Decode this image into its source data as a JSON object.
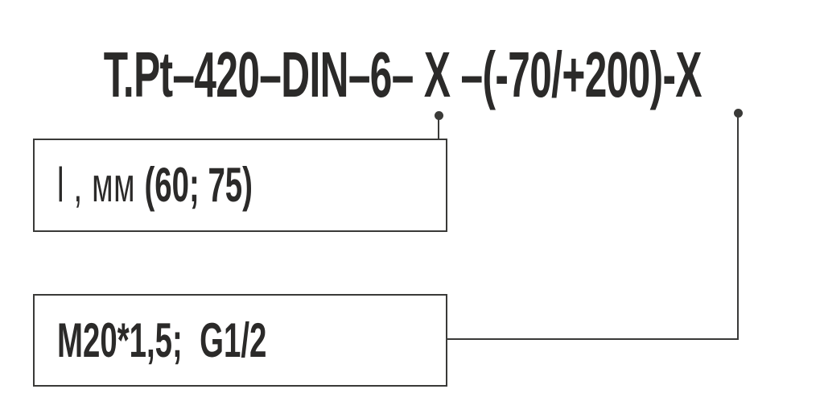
{
  "colors": {
    "ink": "#2b2a29",
    "line": "#3a3a38",
    "paper": "#ffffff"
  },
  "title": {
    "model_code": "T.Pt–420–DIN–6– X –(-70/+200)-X"
  },
  "callouts": [
    {
      "id": "immersion-length",
      "prefix": "l , мм ",
      "value": "(60; 75)"
    },
    {
      "id": "process-connection-thread",
      "label": "M20*1,5;  G1/2"
    }
  ]
}
